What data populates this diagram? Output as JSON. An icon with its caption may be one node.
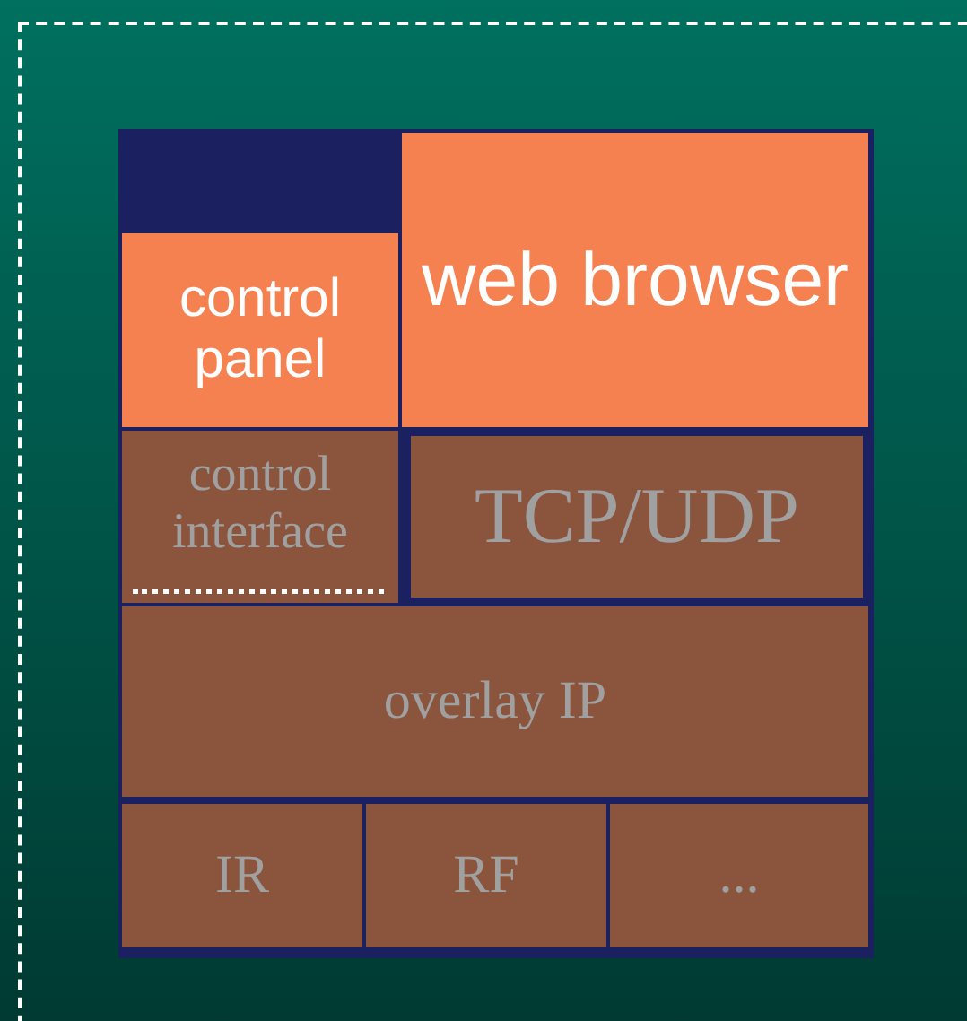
{
  "diagram": {
    "nodes": [
      {
        "text": [
          "control panel"
        ]
      },
      {
        "text": [
          "web browser"
        ]
      },
      {
        "text": [
          "control interface"
        ]
      },
      {
        "text": [
          "TCP/UDP"
        ]
      },
      {
        "text": [
          "overlay IP"
        ]
      },
      {
        "text": [
          "IR"
        ]
      },
      {
        "text": [
          "RF"
        ]
      },
      {
        "text": [
          "..."
        ]
      }
    ],
    "edges": []
  }
}
